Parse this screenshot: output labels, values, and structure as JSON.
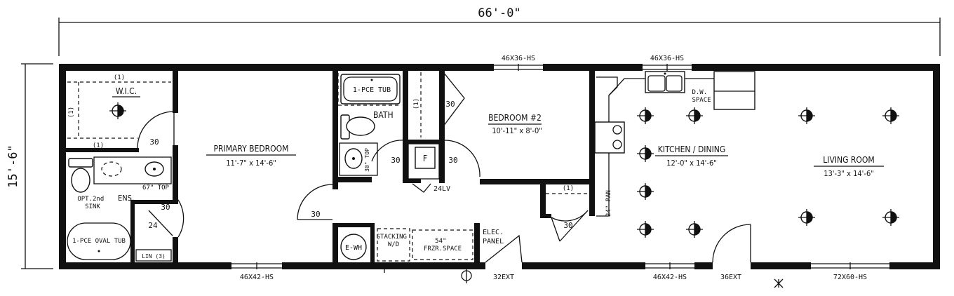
{
  "dimensions": {
    "overall_length": "66'-0\"",
    "overall_width": "15'-6\""
  },
  "rooms": {
    "primary_bedroom": {
      "name": "PRIMARY BEDROOM",
      "size": "11'-7\" x 14'-6\""
    },
    "bedroom2": {
      "name": "BEDROOM #2",
      "size": "10'-11\" x 8'-0\""
    },
    "kitchen": {
      "name": "KITCHEN / DINING",
      "size": "12'-0\" x 14'-6\""
    },
    "living": {
      "name": "LIVING ROOM",
      "size": "13'-3\" x 14'-6\""
    },
    "bath": {
      "name": "BATH"
    },
    "wic": {
      "name": "W.I.C."
    },
    "ens": {
      "name": "ENS."
    }
  },
  "windows": {
    "top_bed2": "46X36-HS",
    "top_kitchen": "46X36-HS",
    "bottom_primary": "46X42-HS",
    "bottom_kitchen": "46X42-HS",
    "bottom_living": "72X60-HS"
  },
  "doors": {
    "wic": "30",
    "primary_bath_wall": "30",
    "primary_hall": "30",
    "ens": "30",
    "ens_small": "24",
    "bath_door": "30",
    "furnace_right": "30",
    "bed2_closet": "30",
    "hall_closet": "30",
    "ext_front": "32EXT",
    "ext_kitchen": "36EXT"
  },
  "labels": {
    "shelf_1": "(1)",
    "tub1": "1-PCE TUB",
    "oval_tub": "1-PCE OVAL TUB",
    "opt_sink": "OPT.2nd\nSINK",
    "top_67": "67\" TOP",
    "top_30": "30\" TOP",
    "lin": "LIN (3)",
    "furnace": "F",
    "lv": "24LV",
    "ewh": "E-WH",
    "stacking": "STACKING\nW/D",
    "frzr": "54\"\nFRZR.SPACE",
    "elec": "ELEC.\nPANEL",
    "dw": "D.W.\nSPACE",
    "pan": "24\" PAN"
  }
}
